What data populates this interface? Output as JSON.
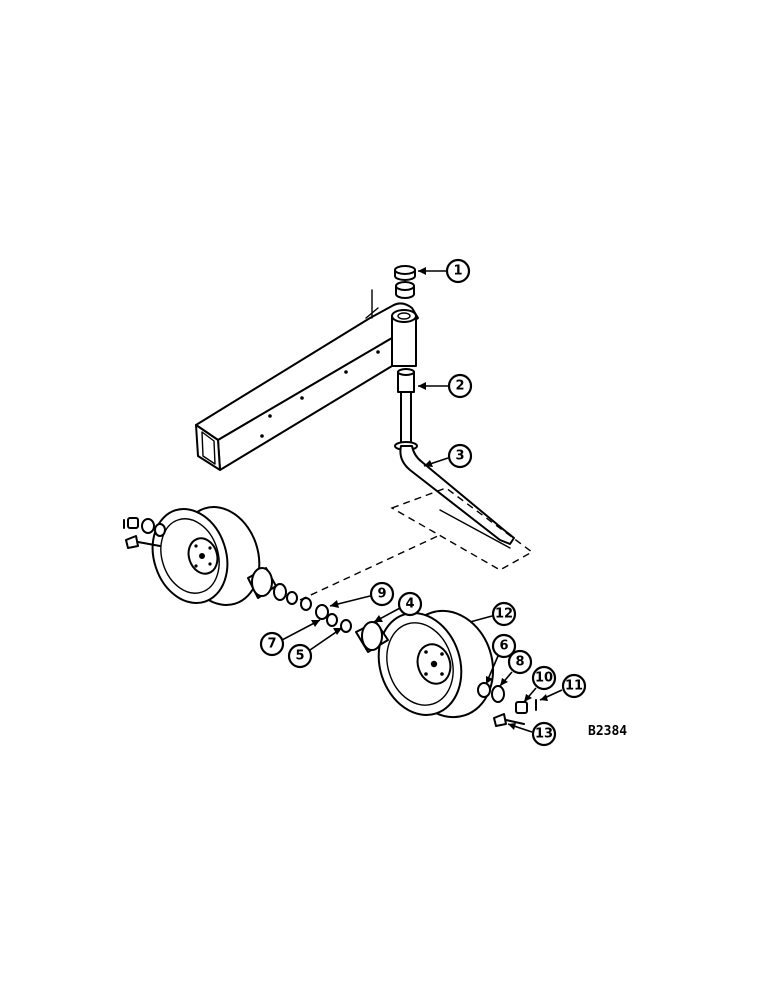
{
  "figure": {
    "reference_code": "B2384",
    "callouts": [
      {
        "id": "1",
        "label": "1"
      },
      {
        "id": "2",
        "label": "2"
      },
      {
        "id": "3",
        "label": "3"
      },
      {
        "id": "4",
        "label": "4"
      },
      {
        "id": "5",
        "label": "5"
      },
      {
        "id": "6",
        "label": "6"
      },
      {
        "id": "7",
        "label": "7"
      },
      {
        "id": "8",
        "label": "8"
      },
      {
        "id": "9",
        "label": "9"
      },
      {
        "id": "10",
        "label": "10"
      },
      {
        "id": "11",
        "label": "11"
      },
      {
        "id": "12",
        "label": "12"
      },
      {
        "id": "13",
        "label": "13"
      }
    ]
  }
}
